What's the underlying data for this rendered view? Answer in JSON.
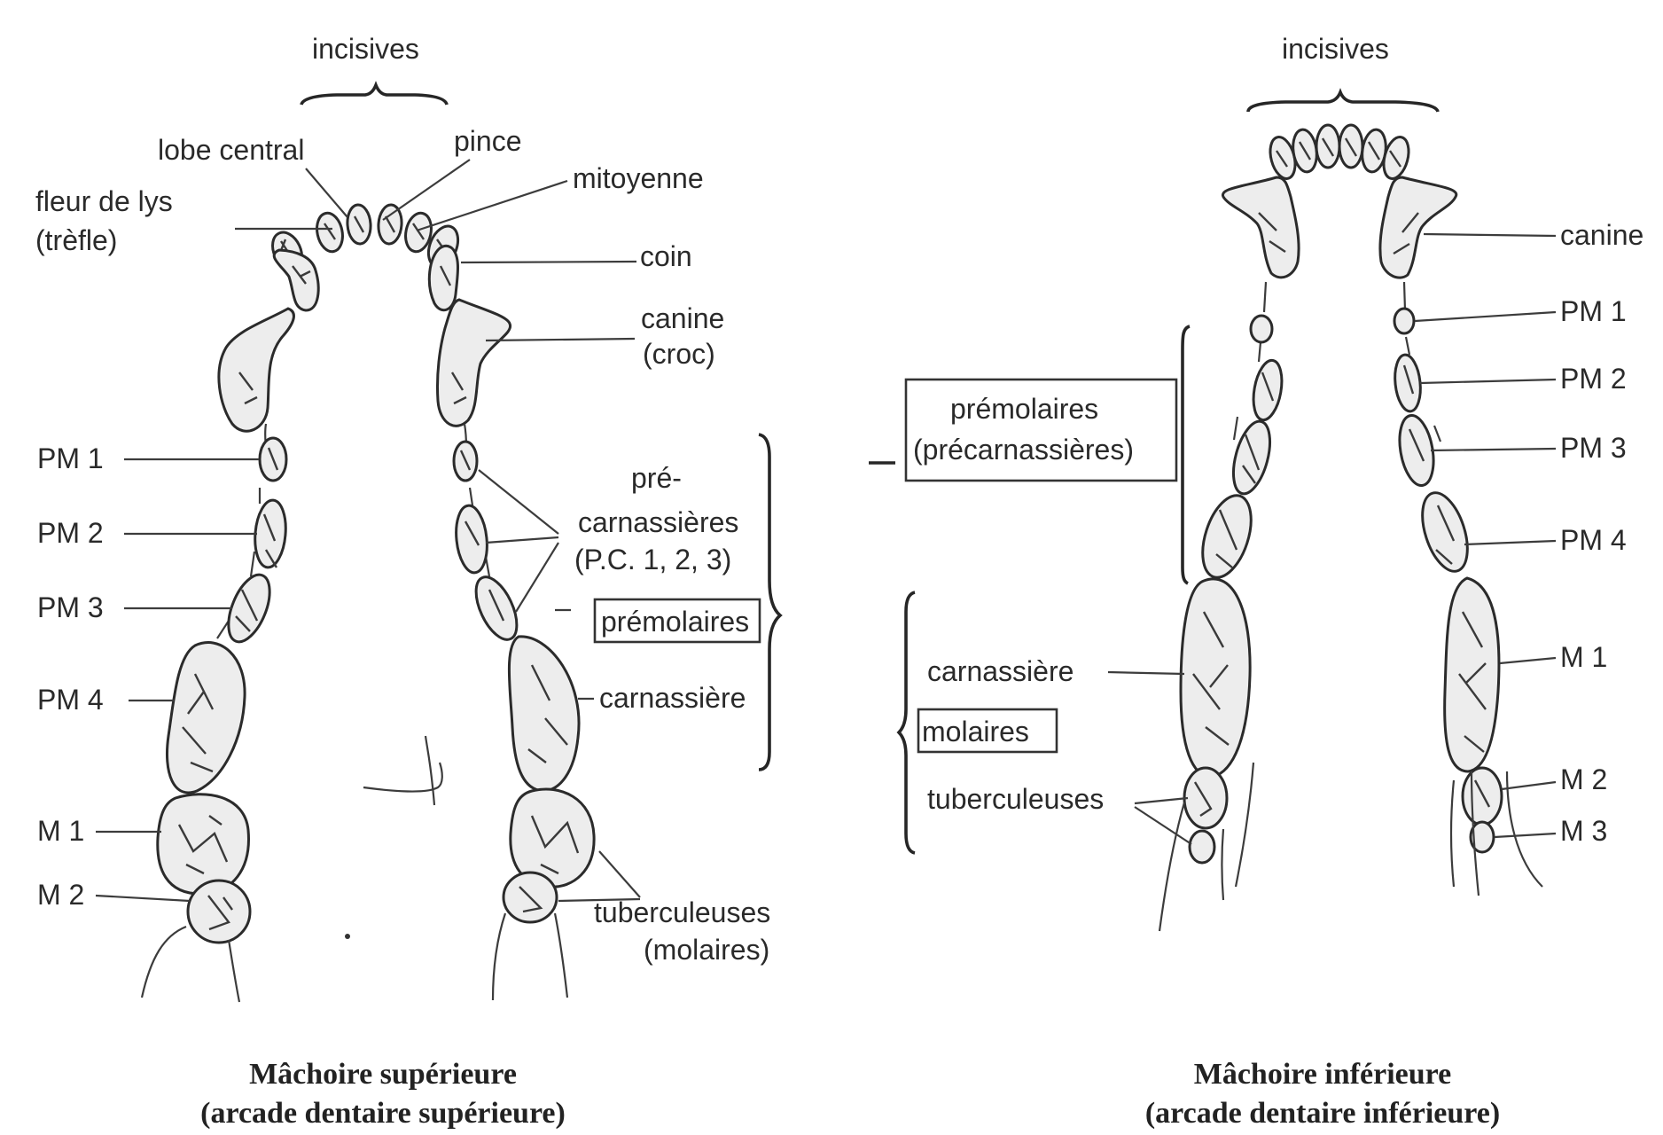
{
  "upper_jaw": {
    "incisives": "incisives",
    "lobe_central": "lobe central",
    "pince": "pince",
    "mitoyenne": "mitoyenne",
    "fleur_de_lys": "fleur de lys",
    "trefle": "(trèfle)",
    "coin": "coin",
    "canine": "canine",
    "croc": "(croc)",
    "pm1": "PM 1",
    "pm2": "PM 2",
    "pm3": "PM 3",
    "pm4": "PM 4",
    "m1": "M 1",
    "m2": "M 2",
    "pre": "pré-",
    "carnassieres": "carnassières",
    "pc_list": "(P.C. 1, 2, 3)",
    "premolaires": "prémolaires",
    "carnassiere": "carnassière",
    "tuberculeuses": "tuberculeuses",
    "molaires": "(molaires)",
    "caption_line1": "Mâchoire supérieure",
    "caption_line2": "(arcade dentaire supérieure)"
  },
  "lower_jaw": {
    "incisives": "incisives",
    "canine": "canine",
    "pm1": "PM 1",
    "pm2": "PM 2",
    "pm3": "PM 3",
    "pm4": "PM 4",
    "m1": "M 1",
    "m2": "M 2",
    "m3": "M 3",
    "premolaires": "prémolaires",
    "precarnassieres": "(précarnassières)",
    "carnassiere": "carnassière",
    "molaires": "molaires",
    "tuberculeuses": "tuberculeuses",
    "caption_line1": "Mâchoire inférieure",
    "caption_line2": "(arcade dentaire inférieure)"
  }
}
